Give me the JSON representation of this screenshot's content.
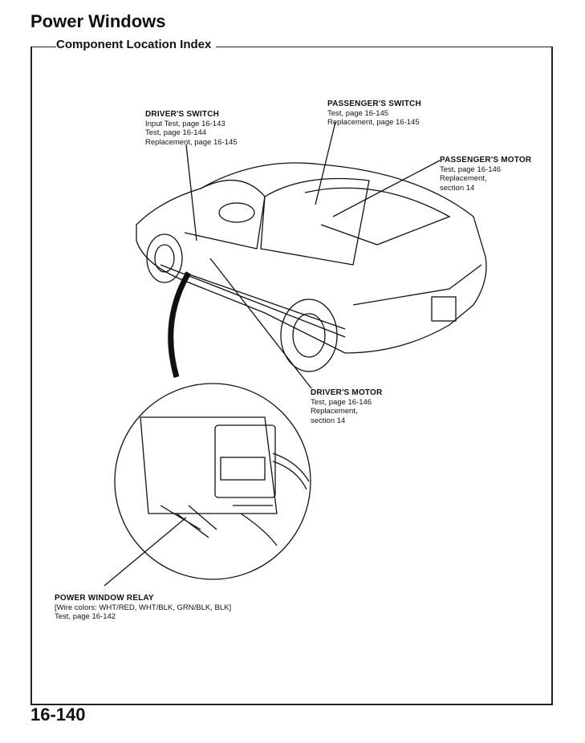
{
  "header": {
    "title": "Power Windows",
    "subtitle": "Component Location Index"
  },
  "callouts": {
    "drivers_switch": {
      "name": "DRIVER'S SWITCH",
      "lines": [
        "Input Test, page 16-143",
        "Test, page 16-144",
        "Replacement, page 16-145"
      ]
    },
    "passengers_switch": {
      "name": "PASSENGER'S SWITCH",
      "lines": [
        "Test, page 16-145",
        "Replacement, page 16-145"
      ]
    },
    "passengers_motor": {
      "name": "PASSENGER'S MOTOR",
      "lines": [
        "Test, page 16-146",
        "Replacement,",
        "section 14"
      ]
    },
    "drivers_motor": {
      "name": "DRIVER'S MOTOR",
      "lines": [
        "Test, page 16-146",
        "Replacement,",
        "section 14"
      ]
    },
    "power_window_relay": {
      "name": "POWER WINDOW RELAY",
      "lines": [
        "[Wire colors: WHT/RED, WHT/BLK, GRN/BLK, BLK]",
        "Test, page 16-142"
      ]
    }
  },
  "footer": {
    "page_number": "16-140"
  }
}
